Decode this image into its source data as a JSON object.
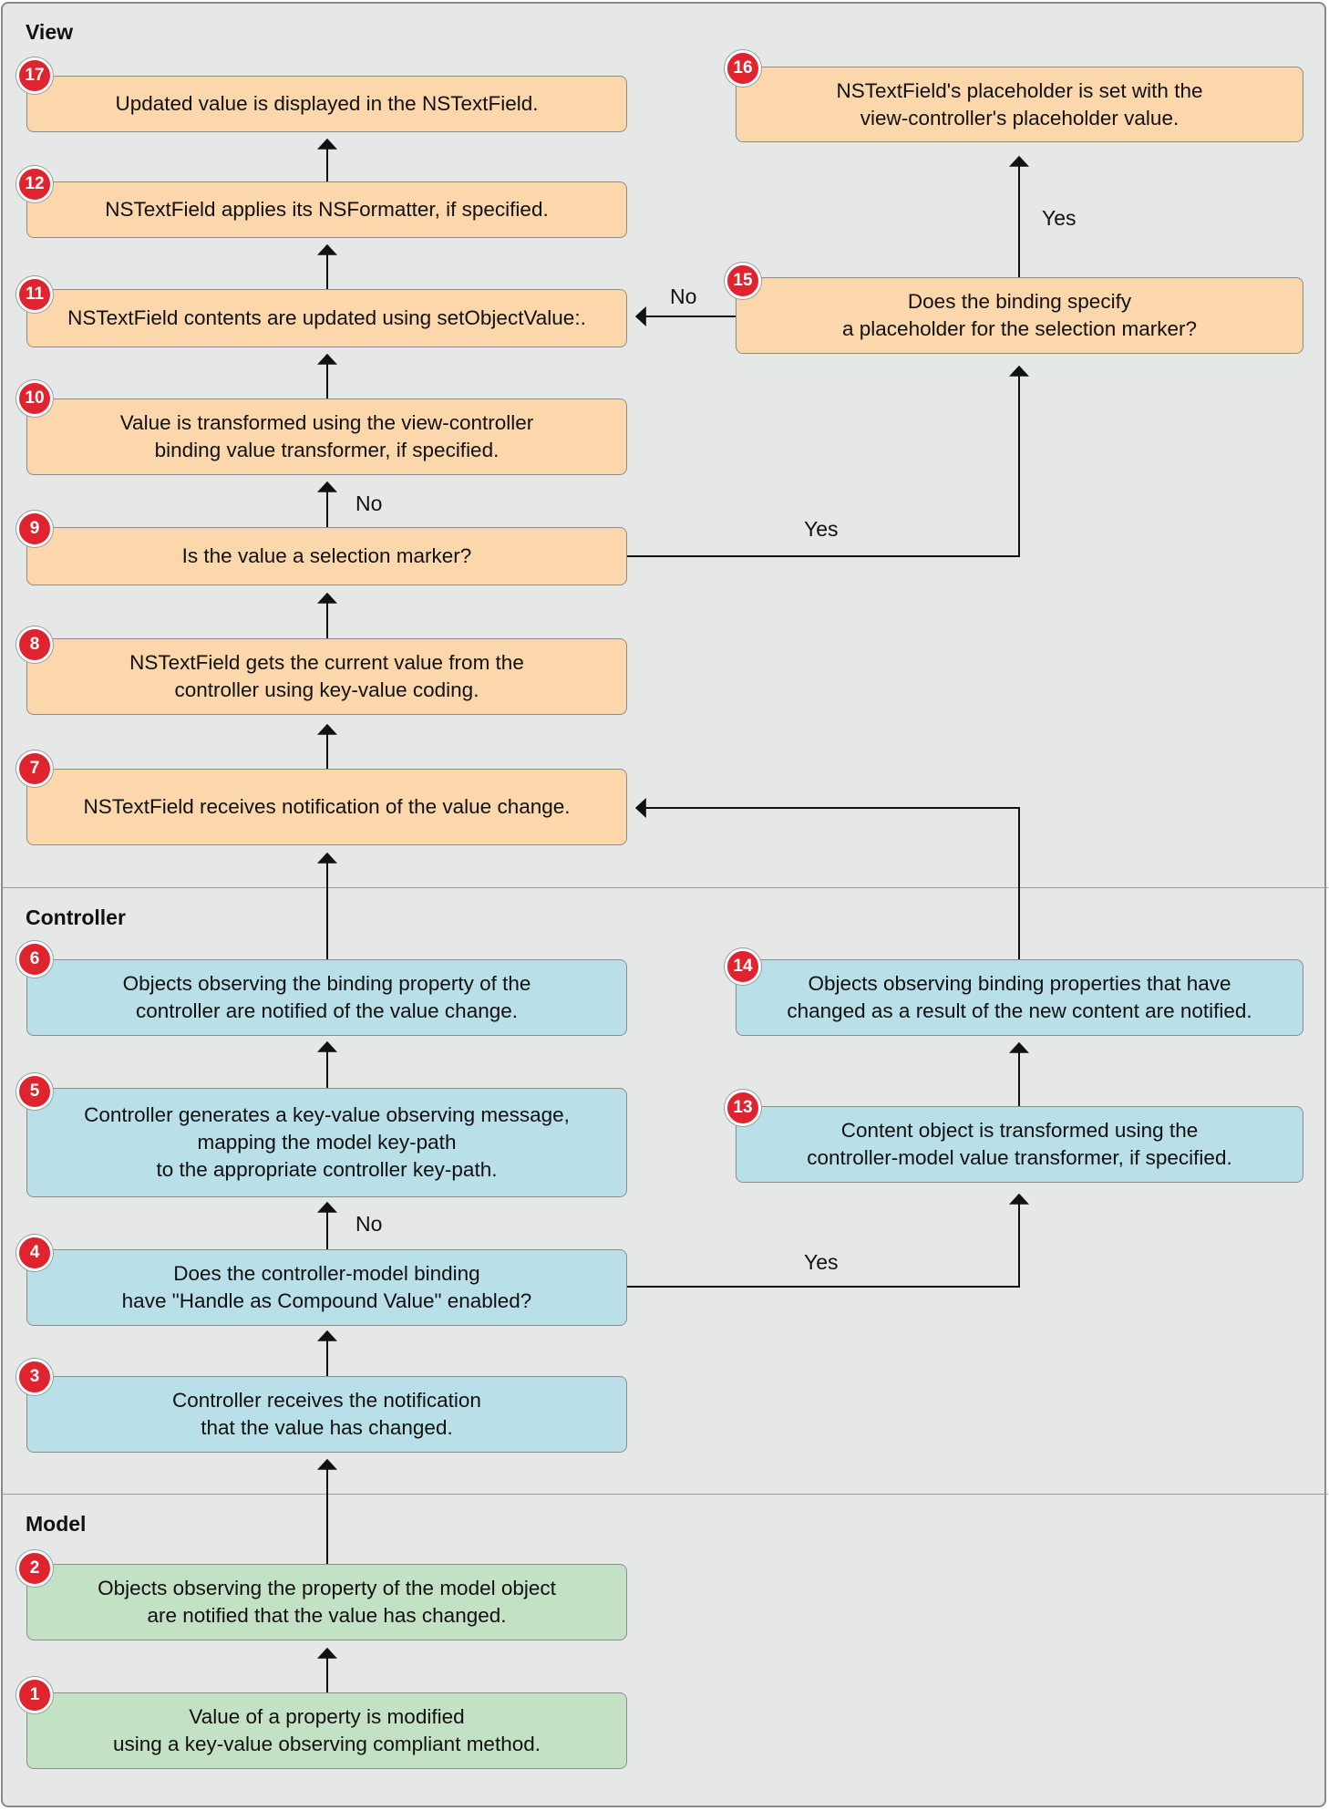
{
  "sections": {
    "view": "View",
    "controller": "Controller",
    "model": "Model"
  },
  "steps": [
    {
      "num": "1",
      "text": "Value of a property is modified\nusing a key-value observing compliant method.",
      "layer": "model"
    },
    {
      "num": "2",
      "text": "Objects observing the property of the model object\nare notified that the value has changed.",
      "layer": "model"
    },
    {
      "num": "3",
      "text": "Controller receives the notification\nthat the value has changed.",
      "layer": "controller"
    },
    {
      "num": "4",
      "text": "Does the controller-model binding\nhave \"Handle as Compound Value\" enabled?",
      "layer": "controller"
    },
    {
      "num": "5",
      "text": "Controller generates a key-value observing message,\nmapping the model key-path\nto the appropriate controller key-path.",
      "layer": "controller"
    },
    {
      "num": "6",
      "text": "Objects observing the binding property of the\ncontroller are notified of the value change.",
      "layer": "controller"
    },
    {
      "num": "7",
      "text": "NSTextField receives notification of the value change.",
      "layer": "view"
    },
    {
      "num": "8",
      "text": "NSTextField gets the current value from the\ncontroller using key-value coding.",
      "layer": "view"
    },
    {
      "num": "9",
      "text": "Is the value a selection marker?",
      "layer": "view"
    },
    {
      "num": "10",
      "text": "Value is transformed using the view-controller\nbinding value transformer, if specified.",
      "layer": "view"
    },
    {
      "num": "11",
      "text": "NSTextField contents are updated using setObjectValue:.",
      "layer": "view"
    },
    {
      "num": "12",
      "text": "NSTextField applies its NSFormatter, if specified.",
      "layer": "view"
    },
    {
      "num": "13",
      "text": "Content object is transformed using the\ncontroller-model  value transformer, if specified.",
      "layer": "controller"
    },
    {
      "num": "14",
      "text": "Objects observing binding properties that have\nchanged as a result of the new content are notified.",
      "layer": "controller"
    },
    {
      "num": "15",
      "text": "Does the binding specify\na placeholder for the selection marker?",
      "layer": "view"
    },
    {
      "num": "16",
      "text": "NSTextField's placeholder is set with the\nview-controller's placeholder value.",
      "layer": "view"
    },
    {
      "num": "17",
      "text": "Updated value is displayed in the NSTextField.",
      "layer": "view"
    }
  ],
  "edge_labels": {
    "step9_no": "No",
    "step9_yes": "Yes",
    "step15_no": "No",
    "step15_yes": "Yes",
    "step4_no": "No",
    "step4_yes": "Yes"
  },
  "colors": {
    "view_fill": "#fcd7ab",
    "controller_fill": "#b9dfe9",
    "model_fill": "#c3e1c5",
    "badge": "#e0242f",
    "panel": "#e6e7e7"
  }
}
